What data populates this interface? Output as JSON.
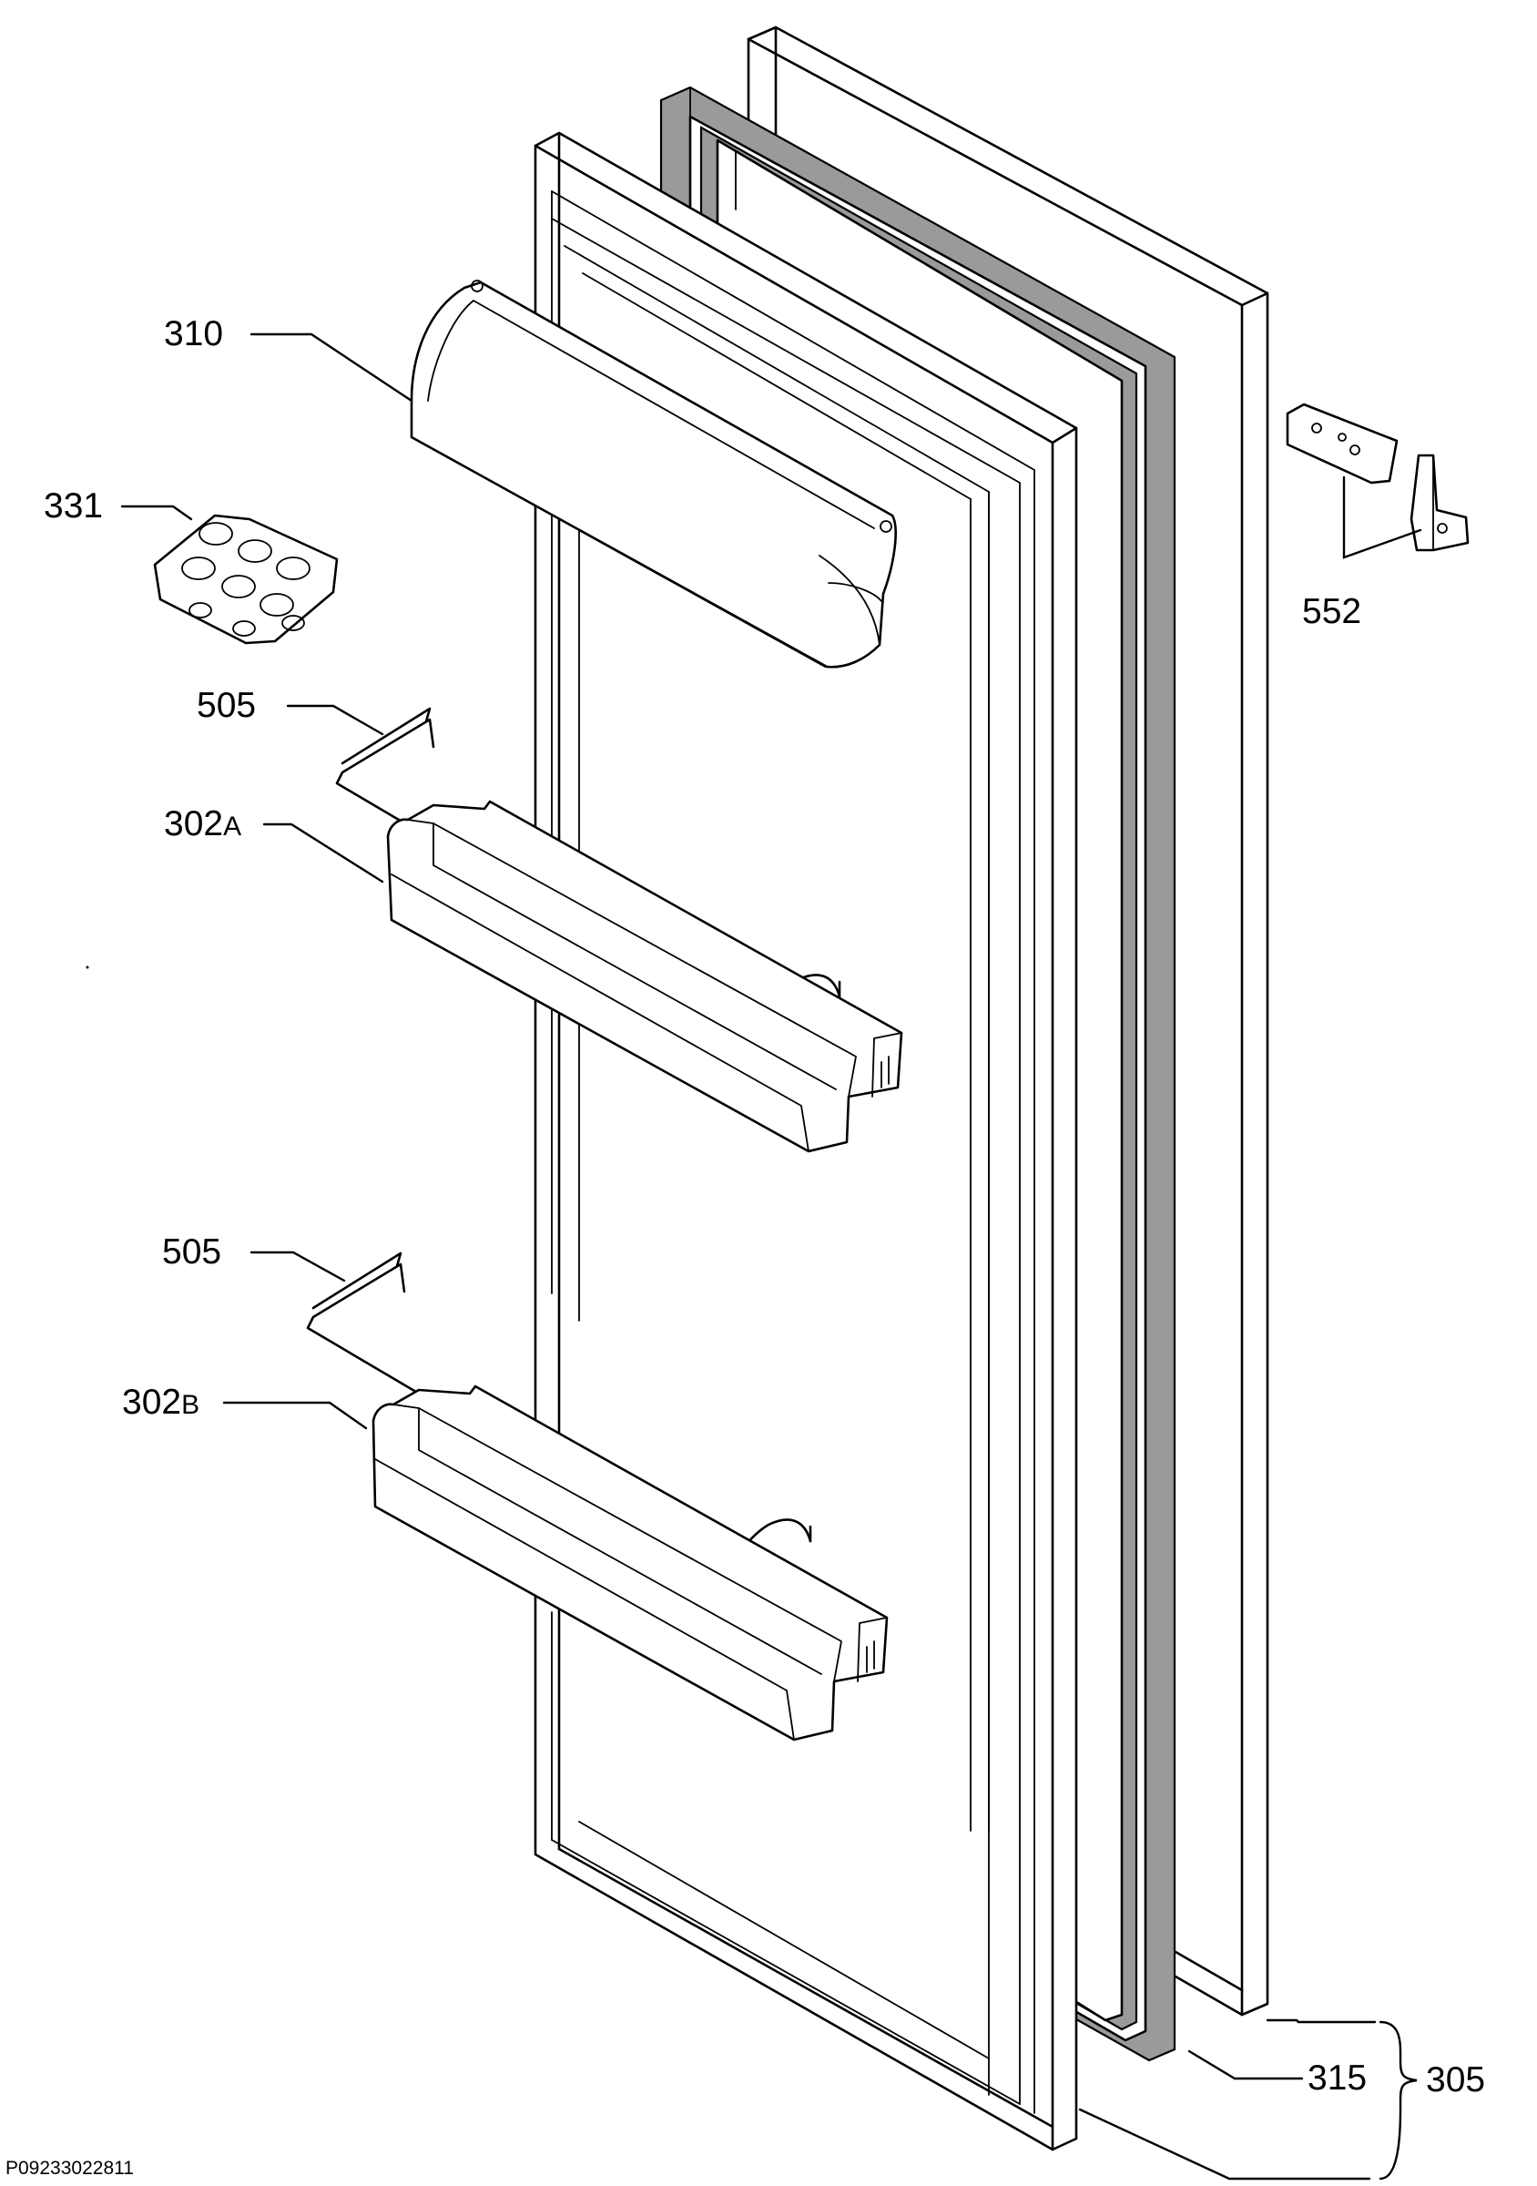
{
  "diagram": {
    "part_labels": [
      {
        "id": "310",
        "number": "310",
        "suffix": ""
      },
      {
        "id": "331",
        "number": "331",
        "suffix": ""
      },
      {
        "id": "505a",
        "number": "505",
        "suffix": ""
      },
      {
        "id": "302a",
        "number": "302",
        "suffix": "A"
      },
      {
        "id": "505b",
        "number": "505",
        "suffix": ""
      },
      {
        "id": "302b",
        "number": "302",
        "suffix": "B"
      },
      {
        "id": "552",
        "number": "552",
        "suffix": ""
      },
      {
        "id": "315",
        "number": "315",
        "suffix": ""
      },
      {
        "id": "305",
        "number": "305",
        "suffix": ""
      }
    ],
    "document_id": "P09233022811"
  }
}
